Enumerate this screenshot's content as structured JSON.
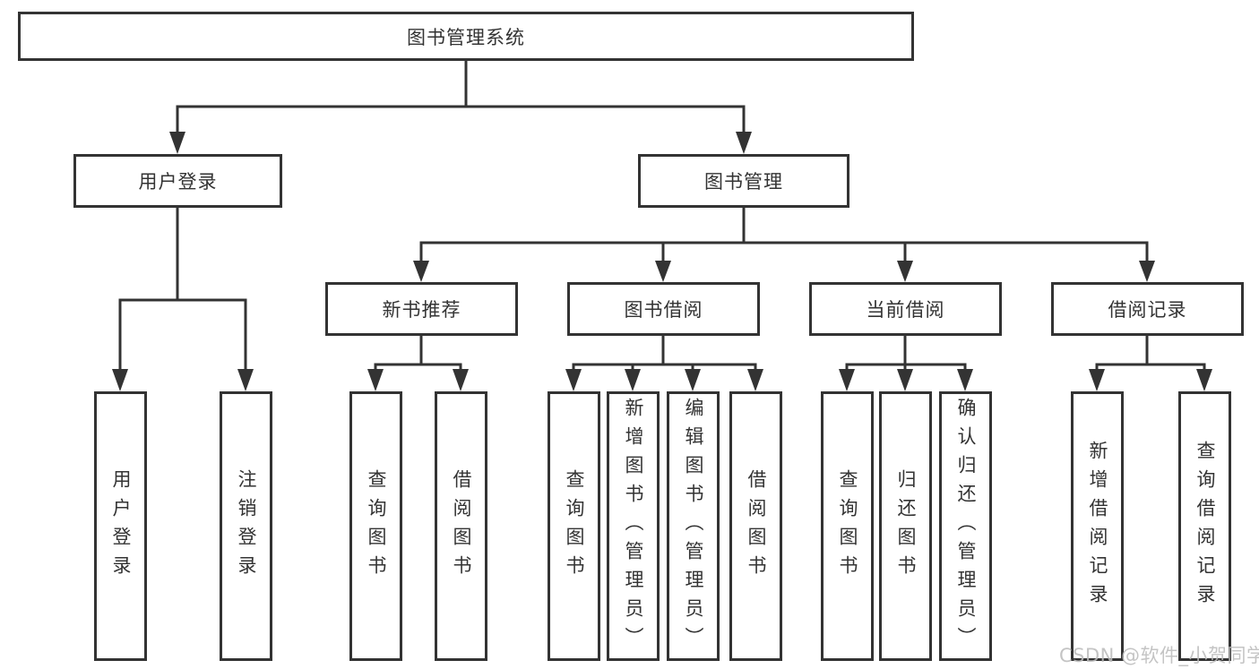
{
  "colors": {
    "line": "#333333",
    "box_border": "#333333",
    "box_fill": "#ffffff",
    "text": "#333333",
    "watermark": "#bcbcbc"
  },
  "root": {
    "label": "图书管理系统"
  },
  "level2": {
    "user_login": {
      "label": "用户登录"
    },
    "book_mgmt": {
      "label": "图书管理"
    }
  },
  "level3": {
    "new_book_rec": {
      "label": "新书推荐"
    },
    "book_borrow": {
      "label": "图书借阅"
    },
    "current_borrow": {
      "label": "当前借阅"
    },
    "borrow_records": {
      "label": "借阅记录"
    }
  },
  "leaves": {
    "user_login": {
      "label": "用户登录"
    },
    "logout": {
      "label": "注销登录"
    },
    "nbr_query": {
      "label": "查询图书"
    },
    "nbr_borrow": {
      "label": "借阅图书"
    },
    "bb_query": {
      "label": "查询图书"
    },
    "bb_add": {
      "label": "新增图书（管理员）"
    },
    "bb_edit": {
      "label": "编辑图书（管理员）"
    },
    "bb_borrow": {
      "label": "借阅图书"
    },
    "cb_query": {
      "label": "查询图书"
    },
    "cb_return": {
      "label": "归还图书"
    },
    "cb_confirm": {
      "label": "确认归还（管理员）"
    },
    "br_add": {
      "label": "新增借阅记录"
    },
    "br_query": {
      "label": "查询借阅记录"
    }
  },
  "watermark": {
    "text": "CSDN @软件_小贺同学"
  }
}
